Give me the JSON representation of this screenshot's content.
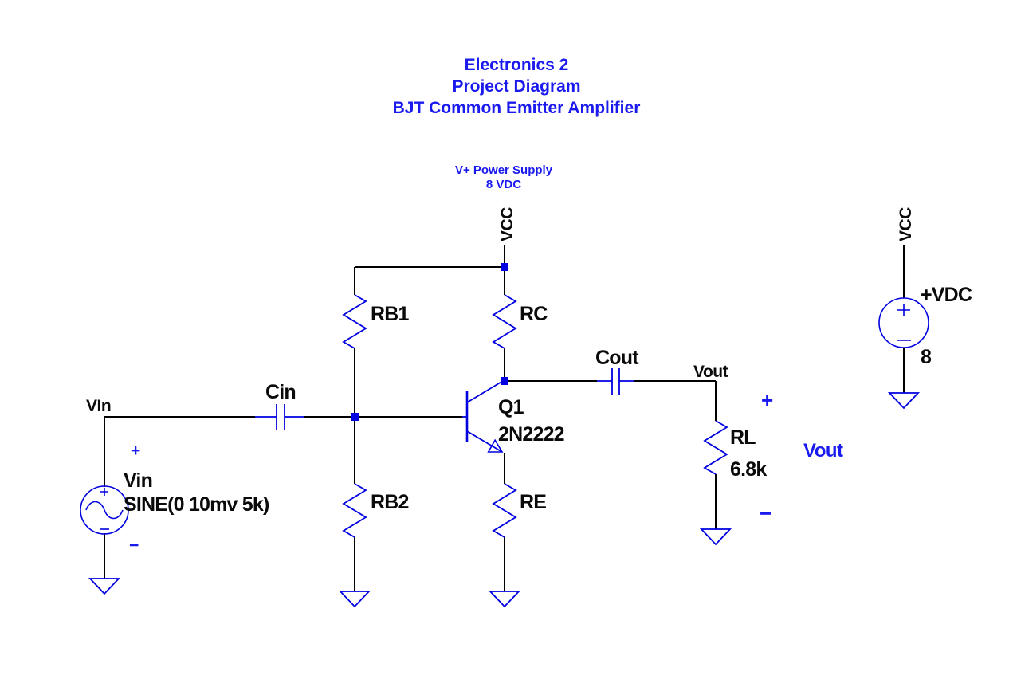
{
  "colors": {
    "wire_black": "#000000",
    "schematic_blue": "#0000e0",
    "text_blue": "#1a1aee",
    "label_black": "#0a0a0a"
  },
  "title": {
    "line1": "Electronics 2",
    "line2": "Project Diagram",
    "line3": "BJT Common Emitter Amplifier"
  },
  "power_note": {
    "line1": "V+ Power Supply",
    "line2": "8 VDC"
  },
  "nets": {
    "vcc_main": "VCC",
    "vcc_aux": "VCC",
    "vin_node": "VIn",
    "vout_node": "Vout"
  },
  "components": {
    "rb1": {
      "name": "RB1"
    },
    "rb2": {
      "name": "RB2"
    },
    "rc": {
      "name": "RC"
    },
    "re": {
      "name": "RE"
    },
    "rl": {
      "name": "RL",
      "value": "6.8k"
    },
    "cin": {
      "name": "Cin"
    },
    "cout": {
      "name": "Cout"
    },
    "q1": {
      "name": "Q1",
      "part": "2N2222"
    },
    "vin_source": {
      "name": "Vin",
      "value": "SINE(0 10mv 5k)"
    },
    "vdc_source": {
      "name": "+VDC",
      "value": "8"
    }
  },
  "markers": {
    "vin_plus": "+",
    "vin_minus": "−",
    "vout_plus": "+",
    "vout_minus": "−",
    "vout_label": "Vout"
  }
}
